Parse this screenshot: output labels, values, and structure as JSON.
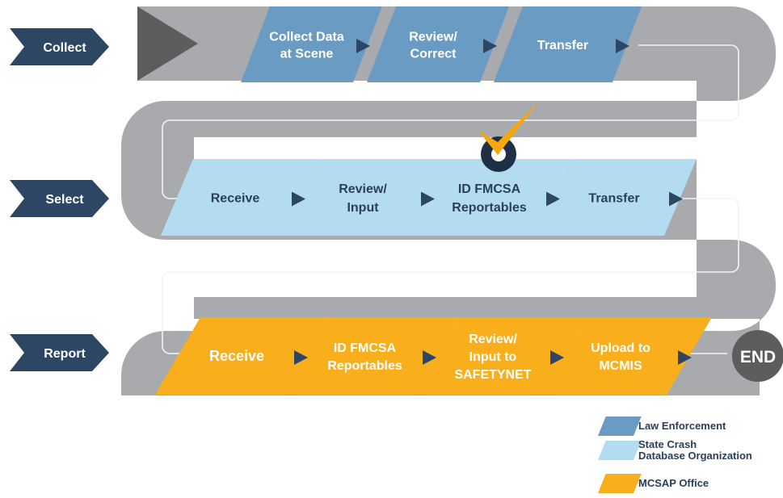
{
  "colors": {
    "law_enforcement": "#6a9cc3",
    "state_crash": "#b4dcf0",
    "mcsap": "#f9ae1c",
    "navy": "#2d4664",
    "track": "#a8aaad",
    "track_line": "#f3f3f3",
    "check_mark": "#f6a70f"
  },
  "stages": [
    {
      "label": "Collect"
    },
    {
      "label": "Select"
    },
    {
      "label": "Report"
    }
  ],
  "rows": [
    {
      "steps": [
        {
          "label": "Collect Data\nat Scene",
          "group": "law_enforcement"
        },
        {
          "label": "Review/\nCorrect",
          "group": "law_enforcement"
        },
        {
          "label": "Transfer",
          "group": "law_enforcement"
        }
      ]
    },
    {
      "steps": [
        {
          "label": "Receive",
          "group": "state_crash"
        },
        {
          "label": "Review/\nInput",
          "group": "state_crash"
        },
        {
          "label": "ID FMCSA\nReportables",
          "group": "state_crash"
        },
        {
          "label": "Transfer",
          "group": "state_crash"
        }
      ]
    },
    {
      "steps": [
        {
          "label": "Receive",
          "group": "mcsap"
        },
        {
          "label": "ID FMCSA\nReportables",
          "group": "mcsap"
        },
        {
          "label": "Review/\nInput to\nSAFETYNET",
          "group": "mcsap"
        },
        {
          "label": "Upload to\nMCMIS",
          "group": "mcsap"
        }
      ]
    }
  ],
  "end_label": "END",
  "legend": [
    {
      "label": "Law Enforcement",
      "group": "law_enforcement"
    },
    {
      "label": "State Crash\nDatabase Organization",
      "group": "state_crash"
    },
    {
      "label": "MCSAP Office",
      "group": "mcsap"
    }
  ]
}
